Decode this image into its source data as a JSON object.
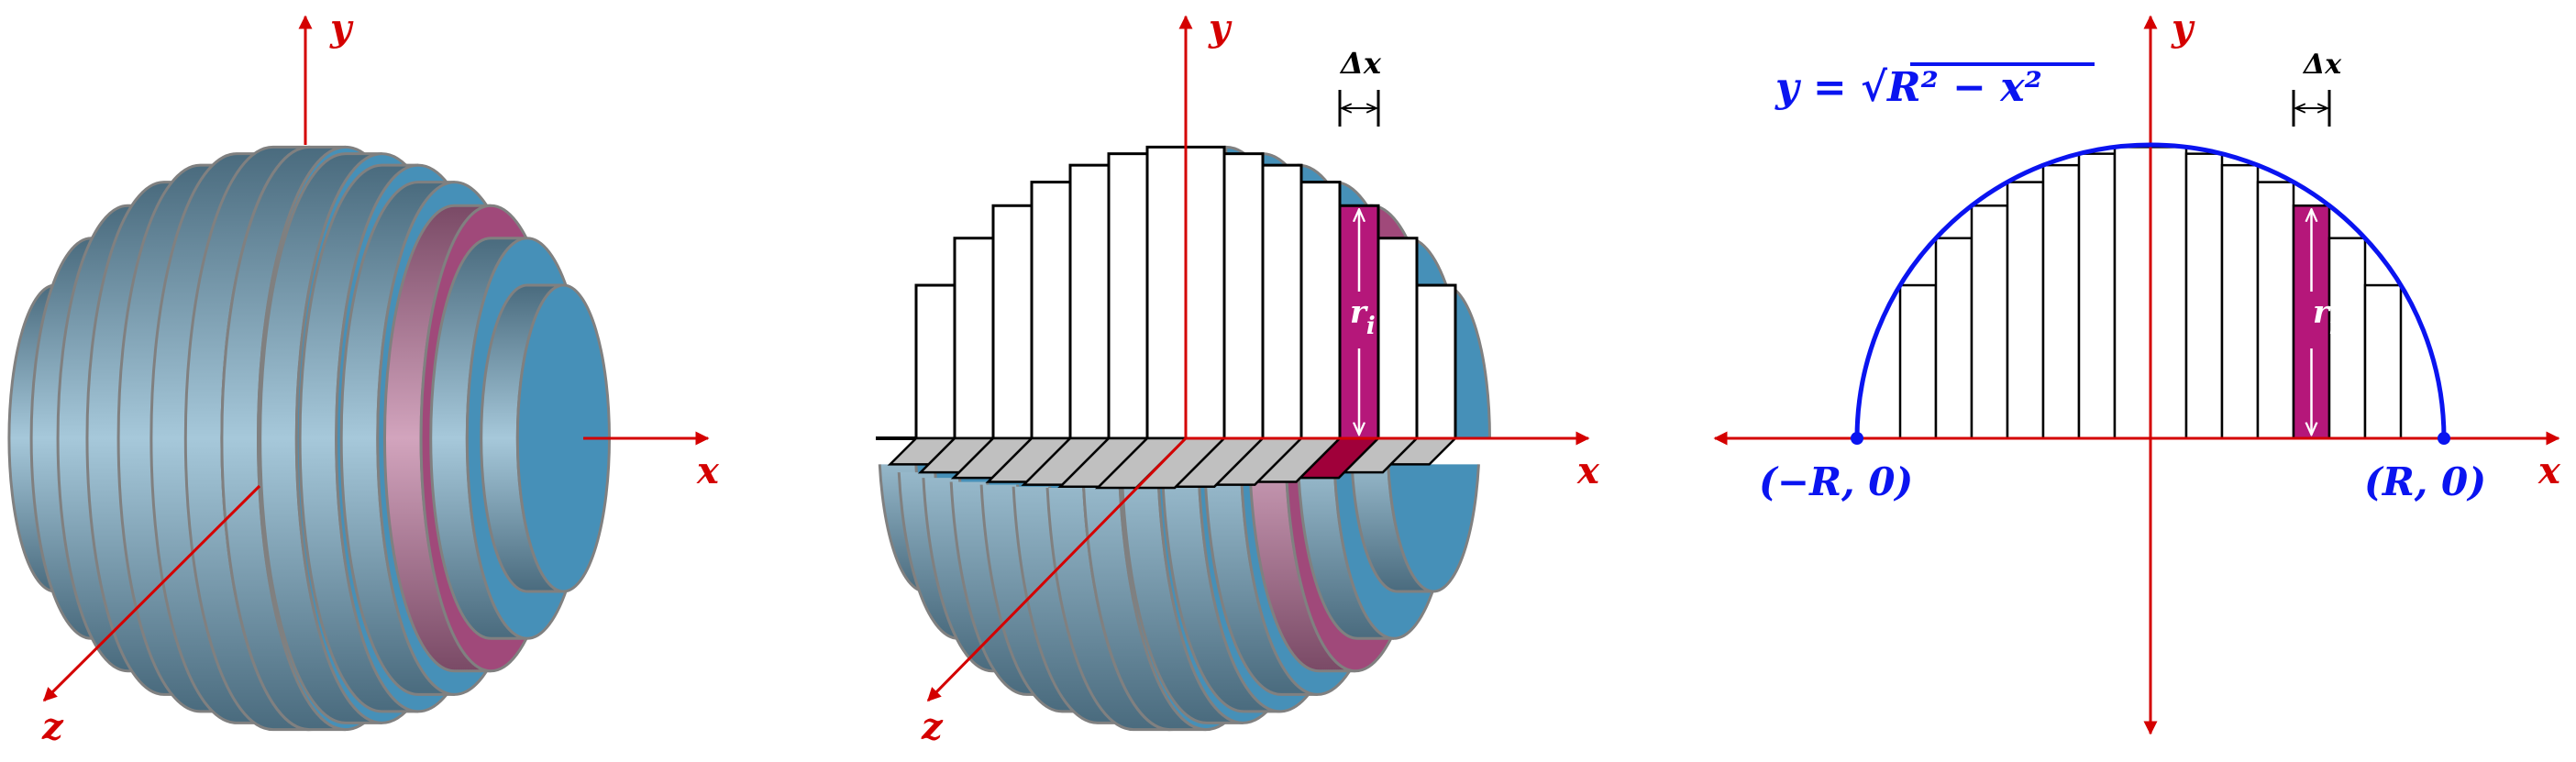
{
  "colors": {
    "axis": "#d40000",
    "curve": "#0a14f0",
    "disk_dark": "#4a6b7e",
    "disk_light": "#a6c8da",
    "disk_cap": "#4690b8",
    "highlight_dark": "#7a4a66",
    "highlight_light": "#d2a4bd",
    "highlight_cap": "#a0497a",
    "highlight_bar": "#b5177a",
    "cut_face": "#c0c0c0",
    "cut_face_highlight": "#a0003a",
    "disk_edge": "#808080"
  },
  "slices": {
    "count": 14,
    "highlighted_index": 11
  },
  "axes": {
    "x": "x",
    "y": "y",
    "z": "z"
  },
  "delta_label": "Δx",
  "radius_label": {
    "base": "r",
    "sub": "i"
  },
  "equation": {
    "lhs": "y = ",
    "radical": "√",
    "radicand": "R² − x²"
  },
  "points": {
    "left": "(−R, 0)",
    "right": "(R, 0)"
  }
}
